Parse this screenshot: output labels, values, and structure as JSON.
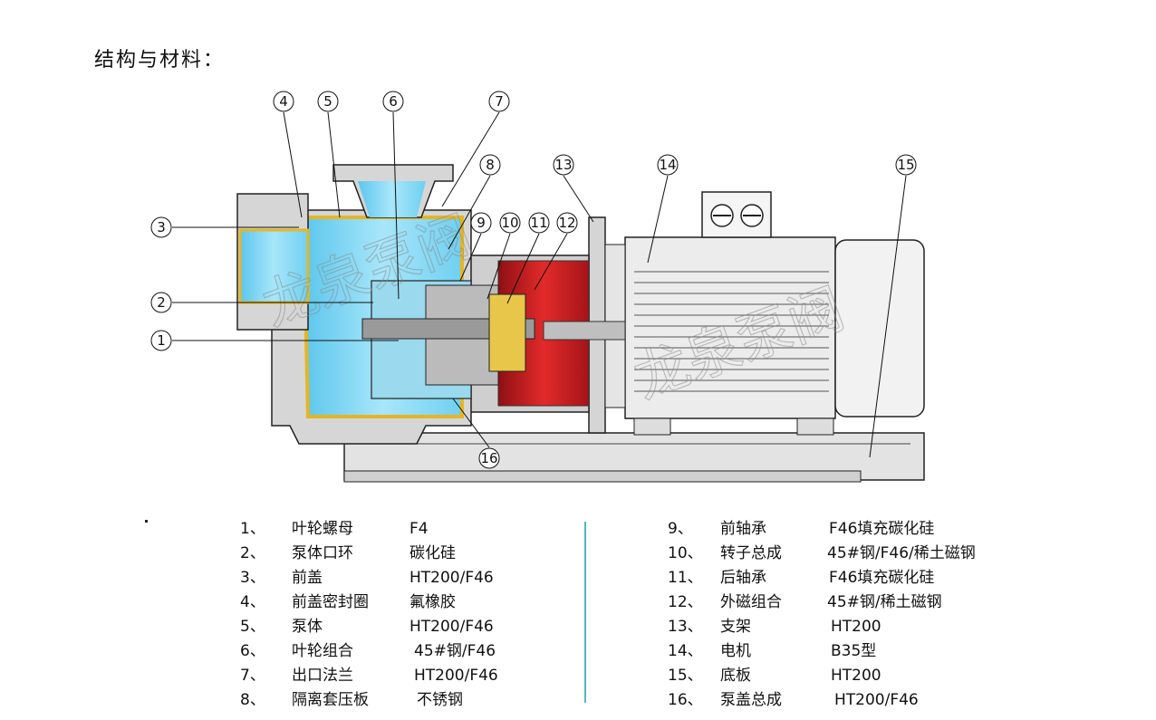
{
  "title": "结构与材料：",
  "watermark": "龙泉泵阀",
  "callouts": [
    "1",
    "2",
    "3",
    "4",
    "5",
    "6",
    "7",
    "8",
    "9",
    "10",
    "11",
    "12",
    "13",
    "14",
    "15",
    "16"
  ],
  "parts_left": [
    {
      "num": "1、",
      "name": "叶轮螺母",
      "material": "F4"
    },
    {
      "num": "2、",
      "name": "泵体口环",
      "material": "碳化硅"
    },
    {
      "num": "3、",
      "name": "前盖",
      "material": "HT200/F46"
    },
    {
      "num": "4、",
      "name": "前盖密封圈",
      "material": "氟橡胶"
    },
    {
      "num": "5、",
      "name": "泵体",
      "material": "HT200/F46"
    },
    {
      "num": "6、",
      "name": "叶轮组合",
      "material": "45#钢/F46"
    },
    {
      "num": "7、",
      "name": "出口法兰",
      "material": "HT200/F46"
    },
    {
      "num": "8、",
      "name": "隔离套压板",
      "material": "不锈钢"
    }
  ],
  "parts_right": [
    {
      "num": "9、",
      "name": "前轴承",
      "material": "F46填充碳化硅"
    },
    {
      "num": "10、",
      "name": "转子总成",
      "material": "45#钢/F46/稀土磁钢"
    },
    {
      "num": "11、",
      "name": "后轴承",
      "material": "F46填充碳化硅"
    },
    {
      "num": "12、",
      "name": "外磁组合",
      "material": "45#钢/稀土磁钢"
    },
    {
      "num": "13、",
      "name": "支架",
      "material": "HT200"
    },
    {
      "num": "14、",
      "name": "电机",
      "material": "B35型"
    },
    {
      "num": "15、",
      "name": "底板",
      "material": "HT200"
    },
    {
      "num": "16、",
      "name": "泵盖总成",
      "material": "HT200/F46"
    }
  ],
  "colors": {
    "fluid": "#7fd6f2",
    "lining": "#f2cc3a",
    "body": "#d9d9d9",
    "magnet": "#c8141c",
    "divider": "#4fb9bd"
  }
}
